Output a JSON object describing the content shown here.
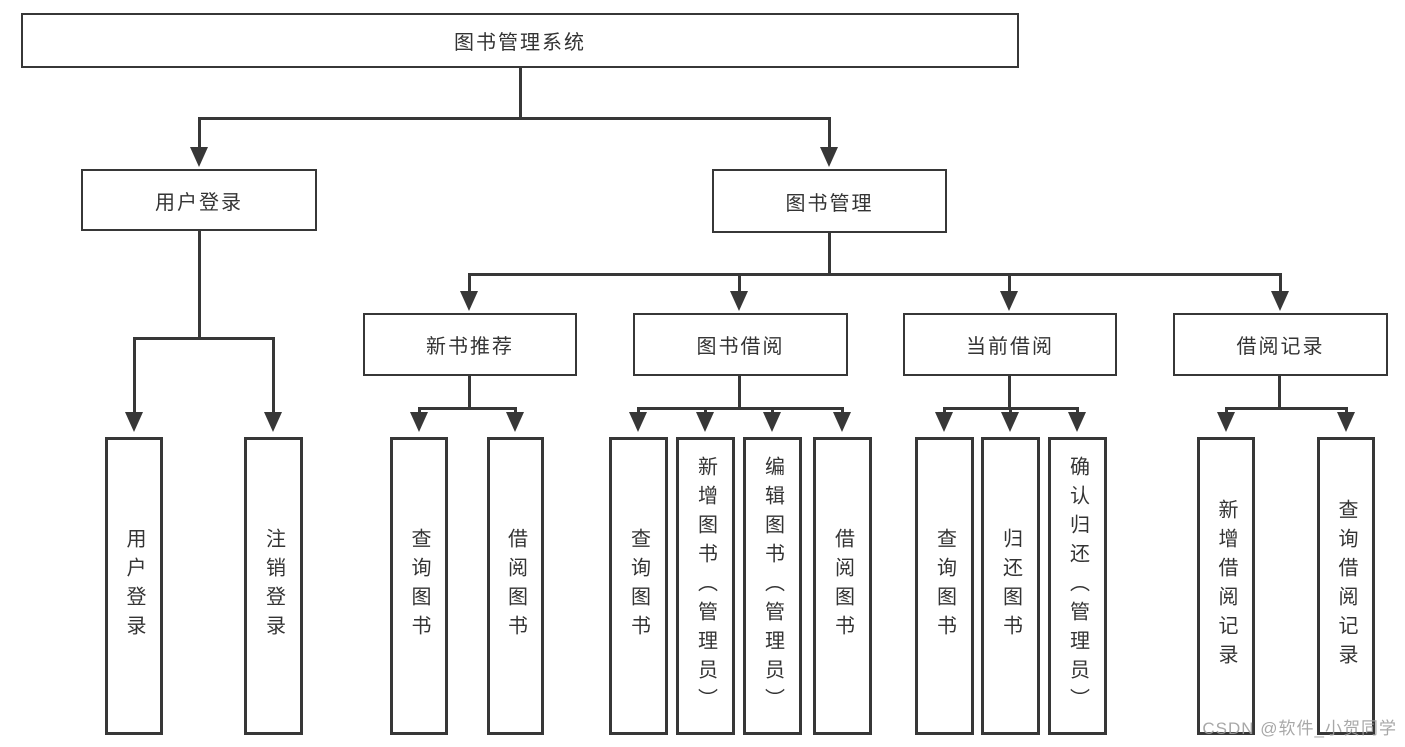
{
  "diagram_title": "图书管理系统",
  "tree": {
    "label": "图书管理系统",
    "children": [
      {
        "label": "用户登录",
        "children": [
          {
            "label": "用户登录"
          },
          {
            "label": "注销登录"
          }
        ]
      },
      {
        "label": "图书管理",
        "children": [
          {
            "label": "新书推荐",
            "children": [
              {
                "label": "查询图书"
              },
              {
                "label": "借阅图书"
              }
            ]
          },
          {
            "label": "图书借阅",
            "children": [
              {
                "label": "查询图书"
              },
              {
                "label": "新增图书（管理员）"
              },
              {
                "label": "编辑图书（管理员）"
              },
              {
                "label": "借阅图书"
              }
            ]
          },
          {
            "label": "当前借阅",
            "children": [
              {
                "label": "查询图书"
              },
              {
                "label": "归还图书"
              },
              {
                "label": "确认归还（管理员）"
              }
            ]
          },
          {
            "label": "借阅记录",
            "children": [
              {
                "label": "新增借阅记录"
              },
              {
                "label": "查询借阅记录"
              }
            ]
          }
        ]
      }
    ]
  },
  "watermark": "CSDN @软件_小贺同学",
  "colors": {
    "line": "#373737",
    "text": "#343434",
    "watermark": "#9e9e9e",
    "background": "#ffffff"
  }
}
